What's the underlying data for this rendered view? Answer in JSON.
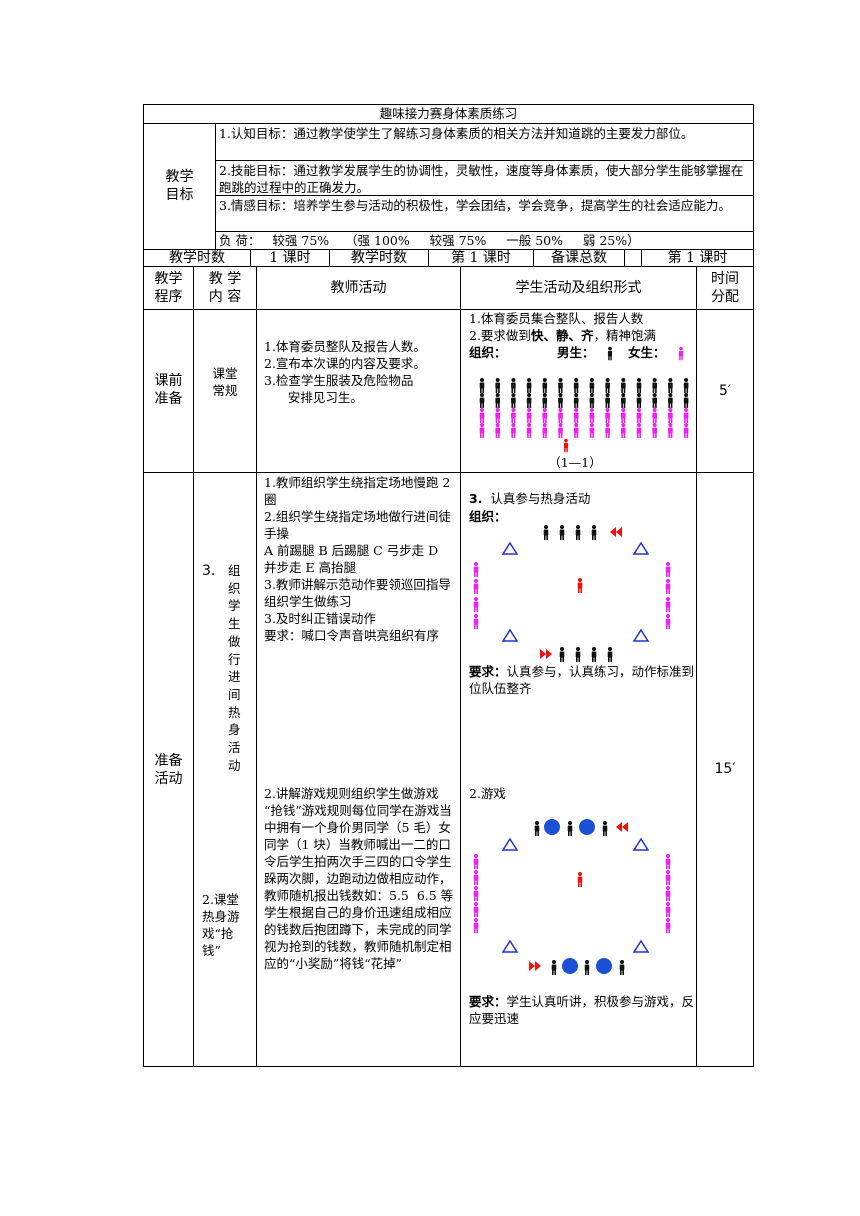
{
  "title": "趣味接力赛身体素质练习",
  "objectives": {
    "label": "教学\n目标",
    "items": [
      "1.认知目标：通过教学使学生了解练习身体素质的相关方法并知道跳的主要发力部位。",
      "2.技能目标：通过教学发展学生的协调性，灵敏性，速度等身体素质，使大部分学生能够掌握在跑跳的过程中的正确发力。",
      "3.情感目标：培养学生参与活动的积极性，学会团结，学会竞争，提高学生的社会适应能力。"
    ],
    "load": "负 荷：   较强 75%    （强 100%     较强 75%     一般 50%     弱 25%）"
  },
  "hours_row": [
    "教学时数",
    "1 课时",
    "教学时数",
    "第 1 课时",
    "备课总数",
    "第 1 课时"
  ],
  "headers": [
    "教学\n程序",
    "教 学\n内 容",
    "教师活动",
    "学生活动及组织形式",
    "时间\n分配"
  ],
  "section1": {
    "program": "课前\n准备",
    "content": "课堂\n常规",
    "teacher": "1.体育委员整队及报告人数。\n2.宣布本次课的内容及要求。\n3.检查学生服装及危险物品\n      安排见习生。",
    "student_line1": "1.体育委员集合整队、报告人数",
    "student_line2_pre": "2.要求做到",
    "student_line2_bold": "快、静、齐",
    "student_line2_post": "，精神饱满",
    "org_label": "组织：",
    "male_label": "男生：",
    "female_label": "女生：",
    "caption": "（1—1）",
    "time": "5′"
  },
  "section2": {
    "program": "准备\n活动",
    "content1_num": "3.",
    "content1": "组\n织\n学\n生\n做\n行\n进\n间\n热\n身\n活\n动",
    "content2": "2.课堂\n热身游\n戏“抢\n钱”",
    "teacher1": "1.教师组织学生绕指定场地慢跑 2 圈\n2.组织学生绕指定场地做行进间徒手操\nA 前踢腿 B 后踢腿 C 弓步走 D 并步走 E 高抬腿\n3.教师讲解示范动作要领巡回指导组织学生做练习\n3.及时纠正错误动作\n要求：喊口令声音哄亮组织有序",
    "teacher2": "2.讲解游戏规则组织学生做游戏\n“抢钱”游戏规则每位同学在游戏当中拥有一个身价男同学（5 毛）女同学（1 块）当教师喊出一二的口令后学生拍两次手三四的口令学生跺两次脚，边跑动边做相应动作，教师随机报出钱数如：5.5  6.5 等学生根据自己的身价迅速组成相应的钱数后抱团蹲下，未完成的同学视为抢到的钱数，教师随机制定相应的“小奖励”将钱“花掉”",
    "student1_num": "3.",
    "student1_title": "认真参与热身活动",
    "org_label": "组织：",
    "req1_label": "要求：",
    "req1_text": "认真参与，认真练习，动作标准到位队伍整齐",
    "student2_title": "2.游戏",
    "req2_label": "要求：",
    "req2_text": "学生认真听讲，积极参与游戏，反应要迅速",
    "time": "15′"
  },
  "colors": {
    "male": "#111111",
    "female": "#ee22ee",
    "teacher": "#ee1111",
    "cone": "#2233cc",
    "ball": "#1a4fd6"
  }
}
